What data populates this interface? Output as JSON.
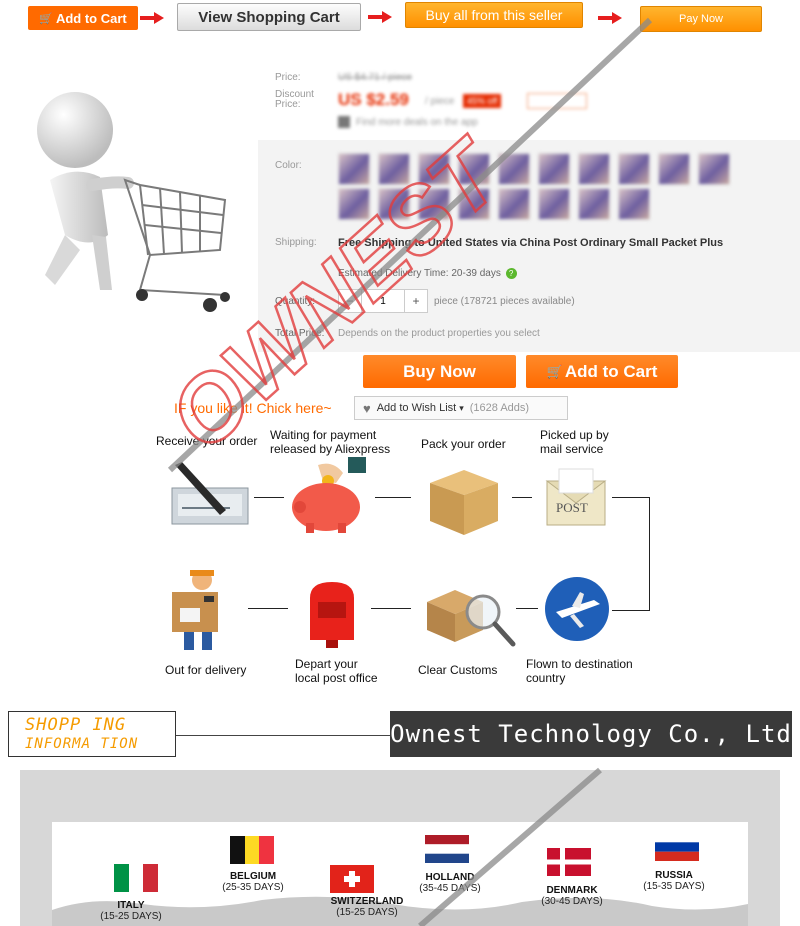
{
  "steps_bar": {
    "add_to_cart": "Add to Cart",
    "view_cart": "View Shopping Cart",
    "buy_all": "Buy all from this seller",
    "pay_now": "Pay Now"
  },
  "product": {
    "price_label": "Price:",
    "price_old": "US $4.71 / piece",
    "discount_label": "Discount Price:",
    "price_discount": "US $2.59",
    "per_piece": "/ piece",
    "discount_badge": "45% off",
    "app_deals": "Find more deals on the app",
    "color_label": "Color:",
    "shipping_label": "Shipping:",
    "shipping_text": "Free Shipping to United States via China Post Ordinary Small Packet Plus",
    "delivery_text": "Estimated Delivery Time: 20-39 days",
    "quantity_label": "Quantity:",
    "quantity_value": "1",
    "minus": "−",
    "plus": "+",
    "pieces_available": "piece (178721 pieces available)",
    "total_label": "Total Price:",
    "total_text": "Depends on the product properties you select",
    "buy_now": "Buy Now",
    "add_to_cart": "Add to Cart",
    "if_you_like": "IF you like it! Chick here~",
    "wishlist": "Add to Wish List",
    "wishlist_count": "(1628 Adds)"
  },
  "process": {
    "receive": "Receive your order",
    "waiting_1": "Waiting for payment",
    "waiting_2": "released by Aliexpress",
    "pack": "Pack your order",
    "picked_1": "Picked up by",
    "picked_2": "mail service",
    "post_label": "POST",
    "out_delivery": "Out for delivery",
    "depart_1": "Depart your",
    "depart_2": "local post office",
    "customs": "Clear Customs",
    "flown_1": "Flown to destination",
    "flown_2": "country"
  },
  "info": {
    "shopping_1": "SHOPP ING",
    "shopping_2": "INFORMA TION",
    "company": "Ownest Technology Co., Ltd"
  },
  "watermark": "OWNEST",
  "countries": [
    {
      "name": "ITALY",
      "days": "(15-25 DAYS)"
    },
    {
      "name": "BELGIUM",
      "days": "(25-35 DAYS)"
    },
    {
      "name": "SWITZERLAND",
      "days": "(15-25 DAYS)"
    },
    {
      "name": "HOLLAND",
      "days": "(35-45 DAYS)"
    },
    {
      "name": "DENMARK",
      "days": "(30-45 DAYS)"
    },
    {
      "name": "RUSSIA",
      "days": "(15-35 DAYS)"
    }
  ],
  "colors": {
    "accent": "#ff6a00",
    "dark_banner": "#3a3a3a"
  }
}
